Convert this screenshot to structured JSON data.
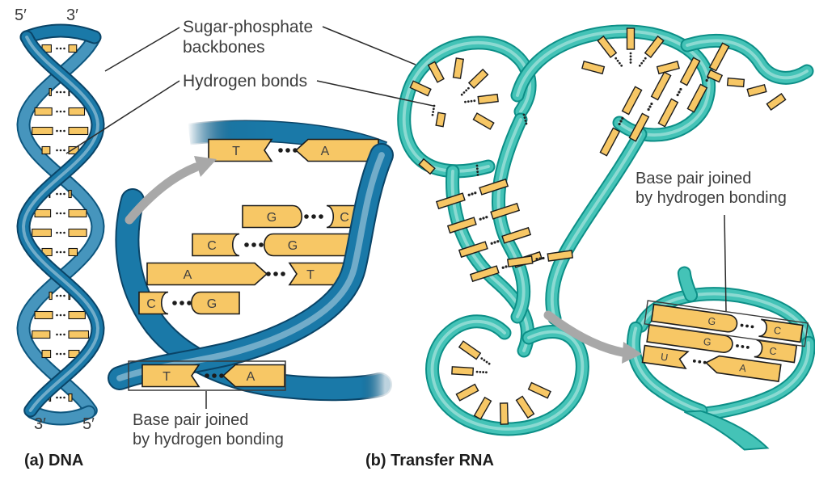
{
  "panel_a": {
    "caption": "(a) DNA",
    "ends": {
      "top_left": "5′",
      "top_right": "3′",
      "bottom_left": "3′",
      "bottom_right": "5′"
    },
    "enlarged_base_pairs": [
      {
        "left": "T",
        "right": "A"
      },
      {
        "left": "G",
        "right": "C"
      },
      {
        "left": "C",
        "right": "G"
      },
      {
        "left": "A",
        "right": "T"
      },
      {
        "left": "C",
        "right": "G"
      },
      {
        "left": "T",
        "right": "A",
        "boxed": true
      }
    ],
    "box_annotation": "Base pair joined\nby hydrogen bonding"
  },
  "panel_b": {
    "caption": "(b) Transfer RNA",
    "inset_base_pairs": [
      {
        "left": "G",
        "right": "C"
      },
      {
        "left": "G",
        "right": "C"
      },
      {
        "left": "U",
        "right": "A"
      }
    ],
    "box_annotation": "Base pair joined\nby hydrogen bonding"
  },
  "shared_labels": {
    "sugar_phosphate_backbones": "Sugar-phosphate\nbackbones",
    "hydrogen_bonds": "Hydrogen bonds"
  },
  "colors": {
    "dna_ribbon": "#1a79a8",
    "dna_ribbon_dark": "#0a4467",
    "dna_ribbon_back": "#4695bd",
    "dna_ribbon_back_dark": "#0d567e",
    "trna_ribbon": "#44c3b7",
    "trna_ribbon_dark": "#0c8f87",
    "base_fill": "#f7c765",
    "base_stroke": "#1c1c1c",
    "letter": "#3f3f3f",
    "arrow_gray": "#a8a8a8",
    "leader": "#2b2b2b",
    "box_stroke": "#3a3a3a"
  }
}
